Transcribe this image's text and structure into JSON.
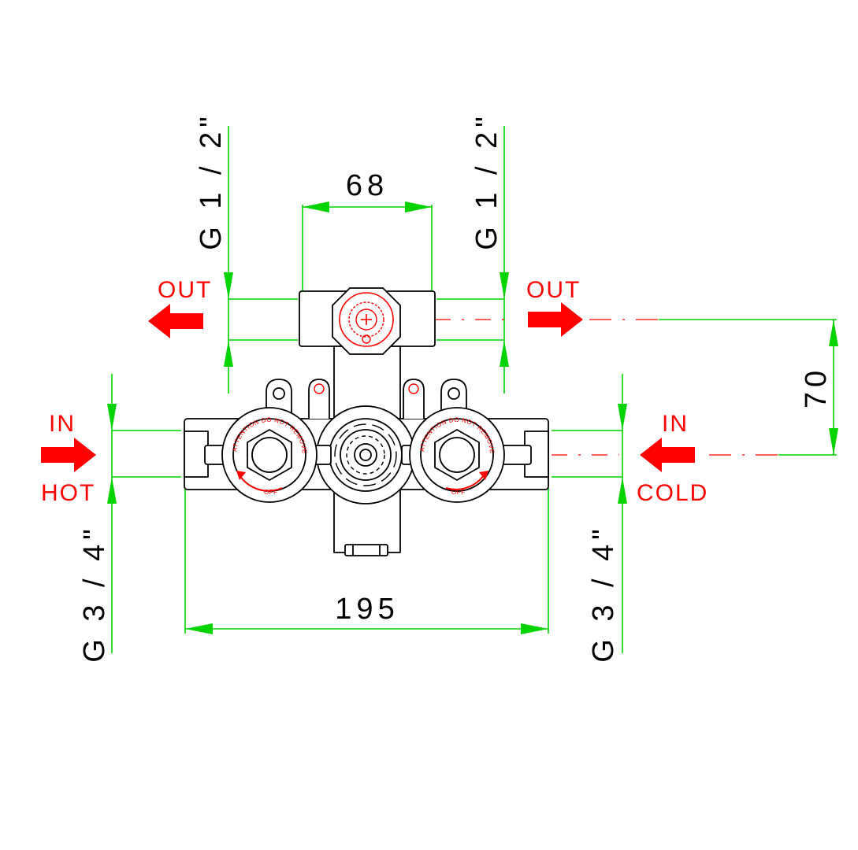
{
  "colors": {
    "dimension": "#00d400",
    "flow": "#ff0000",
    "outline": "#000000",
    "centerline": "#ff0000"
  },
  "dimensions": {
    "top_width": "68",
    "bottom_width": "195",
    "right_height": "70",
    "out_left_thread": "G 1 / 2\"",
    "out_right_thread": "G 1 / 2\"",
    "in_left_thread": "G 3 / 4\"",
    "in_right_thread": "G 3 / 4\""
  },
  "ports": {
    "out_left": "OUT",
    "out_right": "OUT",
    "in_left": "IN",
    "in_left_sub": "HOT",
    "in_right": "IN",
    "in_right_sub": "COLD"
  },
  "labels": {
    "left_ring_text": "ATTENTION DO NOT REMOVE THE LABEL",
    "left_ring_off": "OFF",
    "right_ring_text": "ATTENTION DO NOT REMOVE THE LABEL",
    "right_ring_off": "OFF"
  }
}
